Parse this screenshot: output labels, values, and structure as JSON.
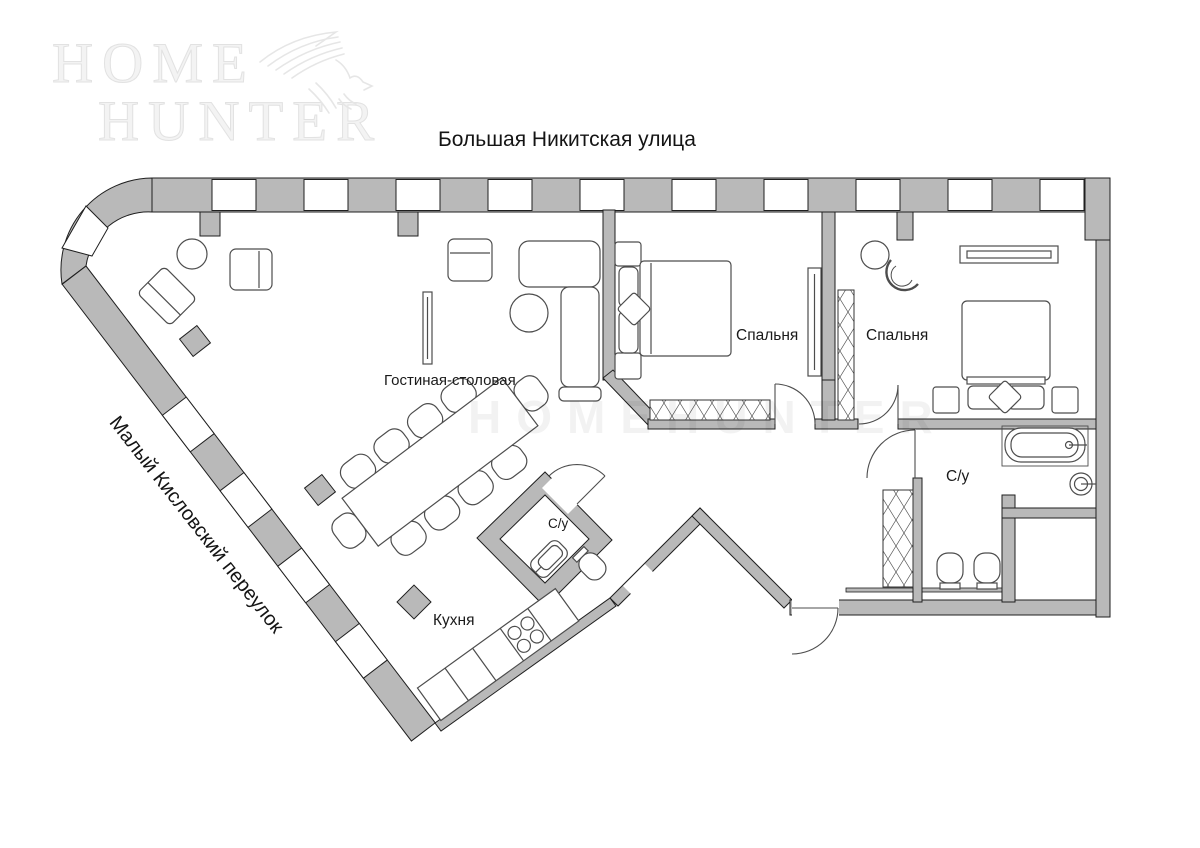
{
  "logo": {
    "line1": "HOME",
    "line2": "HUNTER",
    "eagle_icon": "eagle-swooping"
  },
  "streets": {
    "top": "Большая Никитская улица",
    "left": "Малый Кисловский переулок"
  },
  "rooms": {
    "living": "Гостиная-столовая",
    "bedroom1": "Спальня",
    "bedroom2": "Спальня",
    "kitchen": "Кухня",
    "wc_small": "С/у",
    "wc_main": "С/у"
  },
  "watermark": {
    "text": "HOMEHUNTER"
  },
  "colors": {
    "wall": "#b9b9b9",
    "outline": "#1f1f1f",
    "furniture_line": "#4d4d4d",
    "logo": "#e9e9e9",
    "label": "#111111"
  }
}
